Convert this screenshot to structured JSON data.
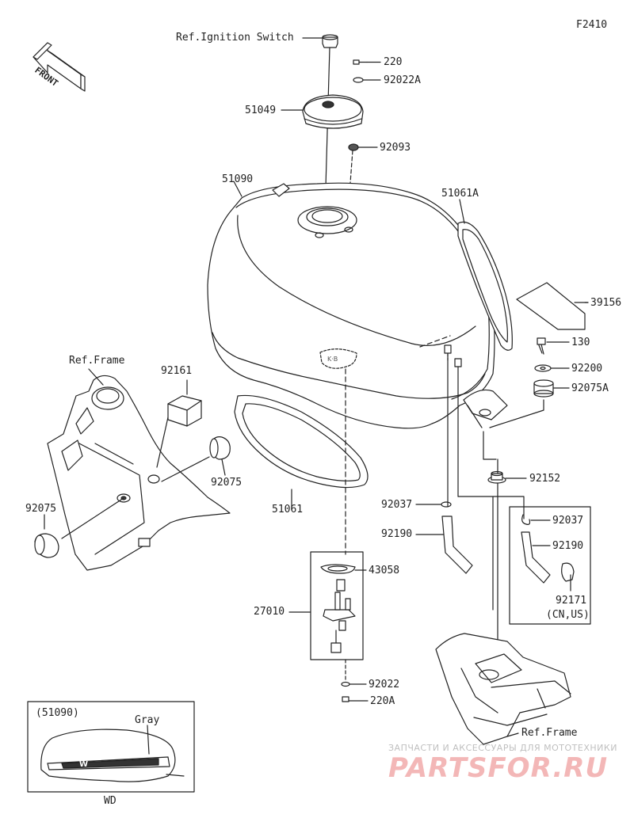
{
  "diagram": {
    "code": "F2410",
    "front_label": "FRONT",
    "labels": {
      "ref_ignition": "Ref.Ignition Switch",
      "p220": "220",
      "p92022A": "92022A",
      "p51049": "51049",
      "p92093": "92093",
      "p51090": "51090",
      "p51061A": "51061A",
      "p39156": "39156",
      "p130": "130",
      "p92200": "92200",
      "p92075A": "92075A",
      "ref_frame_left": "Ref.Frame",
      "p92161": "92161",
      "p92075_right": "92075",
      "p92075_left": "92075",
      "p51061": "51061",
      "p92152": "92152",
      "p92037_left": "92037",
      "p92037_right": "92037",
      "p92190_left": "92190",
      "p92190_right": "92190",
      "p92171": "92171",
      "cn_us": "(CN,US)",
      "p43058": "43058",
      "p27010": "27010",
      "p92022": "92022",
      "p220A": "220A",
      "ref_frame_bottom": "Ref.Frame",
      "inset_part": "(51090)",
      "inset_gray": "Gray",
      "inset_wd": "WD"
    }
  },
  "watermark": {
    "line1": "ЗАПЧАСТИ И АКСЕССУАРЫ ДЛЯ МОТОТЕХНИКИ",
    "line2": "PARTSFOR.RU"
  }
}
